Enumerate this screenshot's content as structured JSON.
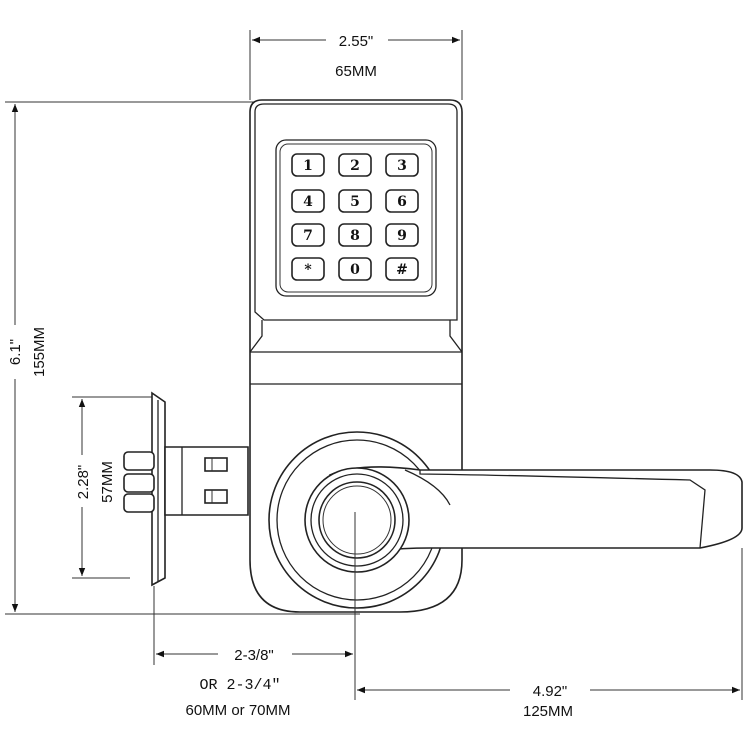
{
  "dimensions": {
    "width": {
      "imperial": "2.55\"",
      "metric": "65MM"
    },
    "height": {
      "imperial": "6.1\"",
      "metric": "155MM"
    },
    "rose_height": {
      "imperial": "2.28\"",
      "metric": "57MM"
    },
    "backset": {
      "imperial": "2-3/8\"",
      "alt": "OR 2-3/4\"",
      "metric": "60MM or 70MM"
    },
    "lever_length": {
      "imperial": "4.92\"",
      "metric": "125MM"
    }
  },
  "keypad": {
    "keys": [
      "1",
      "2",
      "3",
      "4",
      "5",
      "6",
      "7",
      "8",
      "9",
      "*",
      "0",
      "#"
    ]
  }
}
